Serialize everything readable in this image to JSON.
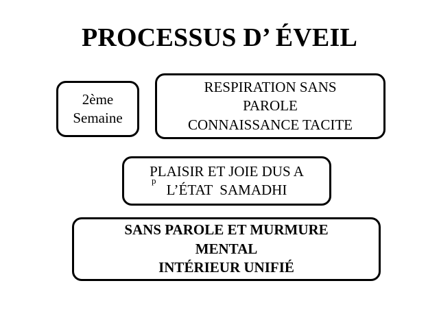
{
  "slide": {
    "title": "PROCESSUS D’ ÉVEIL",
    "background_color": "#ffffff",
    "text_color": "#000000",
    "border_color": "#000000"
  },
  "nodes": {
    "week": {
      "name": "2ème Semaine",
      "lines": [
        "2ème",
        "Semaine"
      ],
      "bold": false
    },
    "respiration": {
      "name": "Respiration sans parole",
      "lines": [
        "RESPIRATION SANS",
        "PAROLE",
        "CONNAISSANCE TACITE"
      ],
      "bold": false
    },
    "plaisir": {
      "name": "Plaisir et joie",
      "lines": [
        "PLAISIR ET JOIE DUS A",
        "L’ÉTAT  SAMADHI"
      ],
      "artifact": "p",
      "bold": false
    },
    "sansparole": {
      "name": "Sans parole et murmure mental",
      "lines": [
        "SANS PAROLE ET MURMURE",
        "MENTAL",
        "INTÉRIEUR UNIFIÉ"
      ],
      "bold": true
    }
  }
}
